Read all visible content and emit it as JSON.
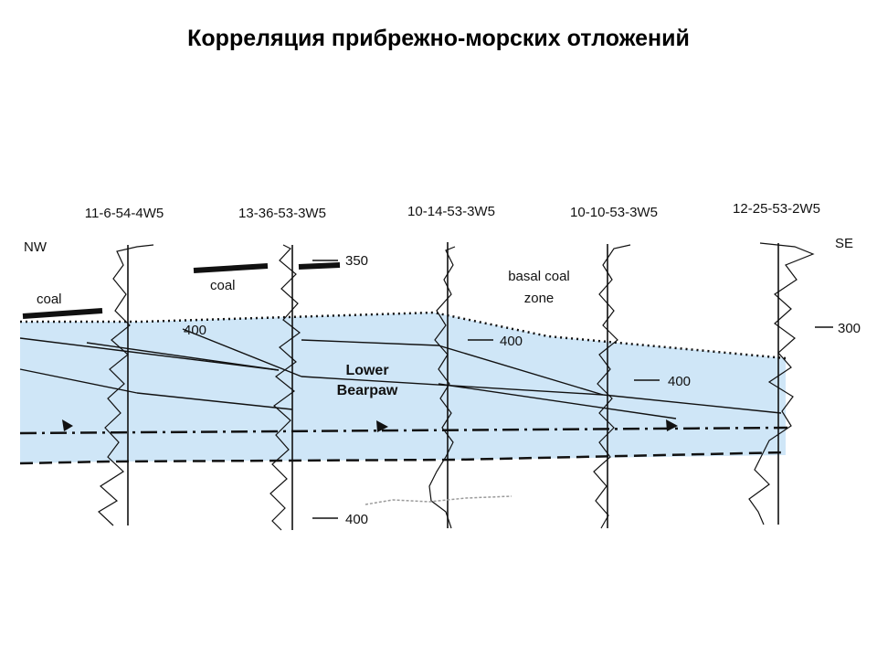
{
  "title": "Корреляция прибрежно-морских отложений",
  "colors": {
    "fill": "#cfe6f7",
    "ink": "#111111"
  },
  "wells": [
    "11-6-54-4W5",
    "13-36-53-3W5",
    "10-14-53-3W5",
    "10-10-53-3W5",
    "12-25-53-2W5"
  ],
  "directions": {
    "left": "NW",
    "right": "SE"
  },
  "labels": {
    "coal_left": "coal",
    "coal_mid": "coal",
    "basal_coal_line1": "basal coal",
    "basal_coal_line2": "zone",
    "unit_line1": "Lower",
    "unit_line2": "Bearpaw"
  },
  "depths": {
    "d350": "350",
    "d400_a": "400",
    "d400_b": "400",
    "d400_c": "400",
    "d400_bottom": "400",
    "d300": "300"
  }
}
